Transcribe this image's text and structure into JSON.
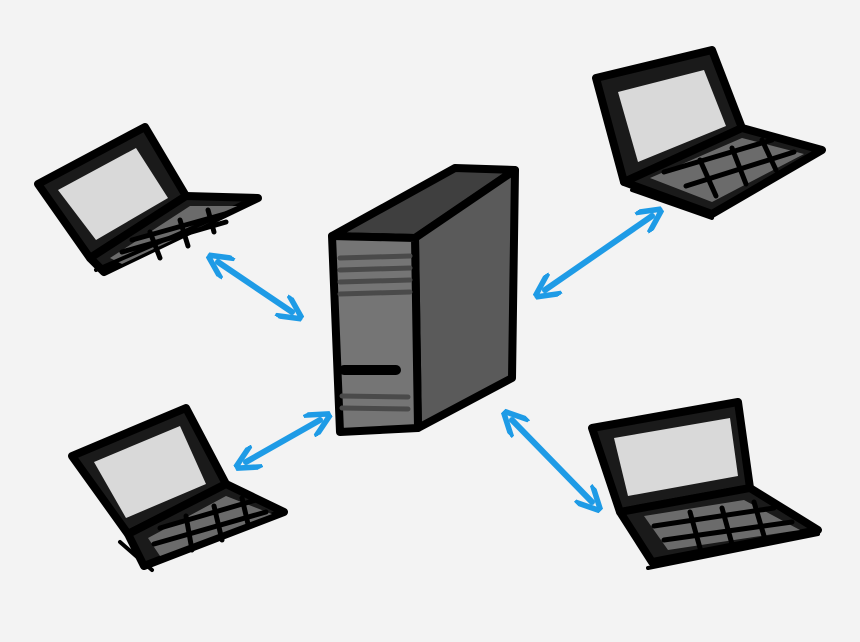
{
  "diagram": {
    "kind": "client-server network",
    "nodes": [
      {
        "id": "server",
        "icon": "server-tower-icon"
      },
      {
        "id": "laptop-top-left",
        "icon": "laptop-icon"
      },
      {
        "id": "laptop-top-right",
        "icon": "laptop-icon"
      },
      {
        "id": "laptop-bottom-left",
        "icon": "laptop-icon"
      },
      {
        "id": "laptop-bottom-right",
        "icon": "laptop-icon"
      }
    ],
    "links": [
      {
        "from": "server",
        "to": "laptop-top-left",
        "direction": "bidirectional"
      },
      {
        "from": "server",
        "to": "laptop-top-right",
        "direction": "bidirectional"
      },
      {
        "from": "server",
        "to": "laptop-bottom-left",
        "direction": "bidirectional"
      },
      {
        "from": "server",
        "to": "laptop-bottom-right",
        "direction": "bidirectional"
      }
    ]
  },
  "colors": {
    "background": "#f3f3f3",
    "arrow": "#1e9be6",
    "outline": "#000000",
    "laptop_screen": "#d9d9d9",
    "laptop_keyboard": "#6b6b6b",
    "server_front": "#757575",
    "server_side": "#5a5a5a",
    "server_top": "#3f3f3f"
  }
}
